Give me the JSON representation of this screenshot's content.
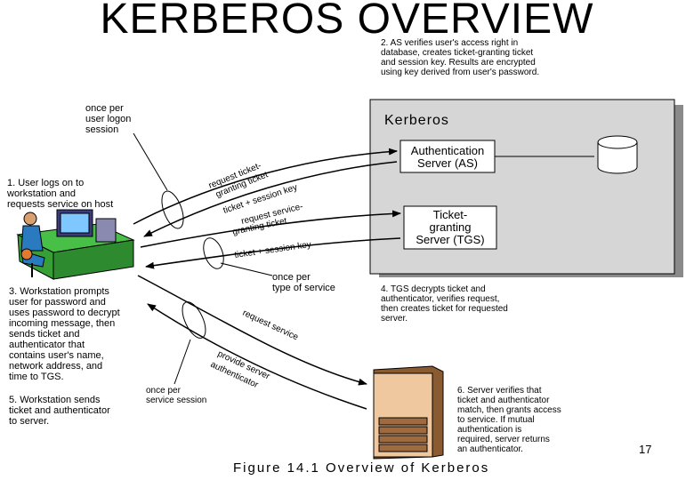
{
  "title": "KERBEROS OVERVIEW",
  "kerberos_label": "Kerberos",
  "as_box": "Authentication\nServer (AS)",
  "tgs_box": "Ticket-\ngranting\nServer (TGS)",
  "notes": {
    "step1": "1. User logs on to\nworkstation and\nrequests service on host",
    "step2": "2. AS verifies user's access right in\ndatabase, creates ticket-granting ticket\nand session key. Results are encrypted\nusing key derived from user's password.",
    "step3": "3. Workstation prompts\nuser for password and\nuses password to decrypt\nincoming message, then\nsends ticket and\nauthenticator that\ncontains user's name,\nnetwork address, and\ntime to TGS.",
    "step4": "4. TGS decrypts ticket and\nauthenticator, verifies request,\nthen creates ticket for requested\nserver.",
    "step5": "5. Workstation sends\nticket and authenticator\nto server.",
    "step6": "6. Server verifies that\nticket and authenticator\nmatch, then grants access\nto service. If mutual\nauthentication is\nrequired, server returns\nan authenticator.",
    "once_logon": "once per\nuser logon\nsession",
    "once_service_type": "once per\ntype of service",
    "once_service_session": "once per\nservice session"
  },
  "arrow_labels": {
    "request_tgt": "request ticket-",
    "request_tgt2": "granting ticket",
    "ticket_session": "ticket + session key",
    "request_service": "request service-",
    "request_service2": "granting ticket",
    "ticket_session2": "ticket + session key",
    "request_service3": "request service",
    "provide_auth": "provide server",
    "provide_auth2": "authenticator"
  },
  "caption": "Figure 14.1   Overview of Kerberos",
  "page_number": "17"
}
